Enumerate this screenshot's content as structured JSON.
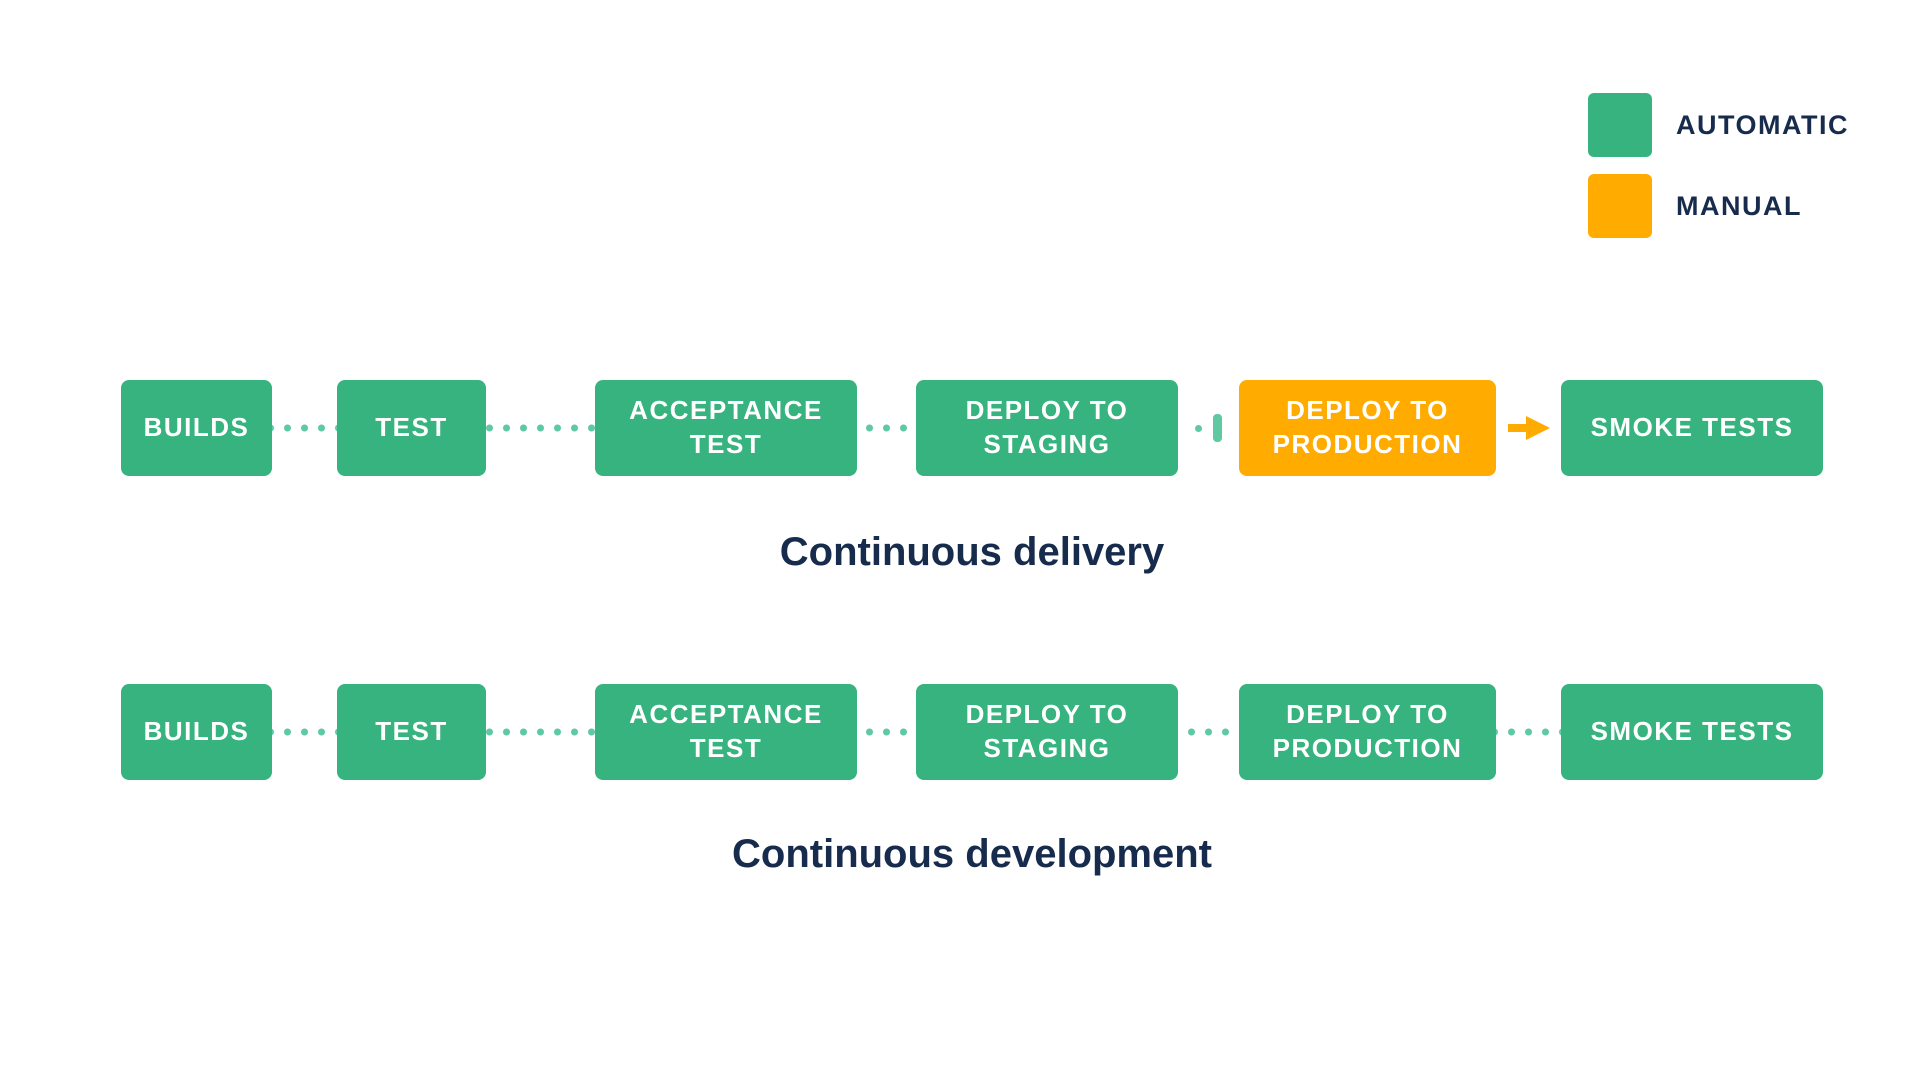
{
  "legend": {
    "items": [
      {
        "label": "AUTOMATIC",
        "color": "#36B37E"
      },
      {
        "label": "MANUAL",
        "color": "#FFAB00"
      }
    ]
  },
  "pipelines": [
    {
      "caption": "Continuous delivery",
      "stages": [
        {
          "label": "BUILDS",
          "type": "automatic"
        },
        {
          "label": "TEST",
          "type": "automatic"
        },
        {
          "label": "ACCEPTANCE TEST",
          "type": "automatic"
        },
        {
          "label": "DEPLOY TO STAGING",
          "type": "automatic"
        },
        {
          "label": "DEPLOY TO PRODUCTION",
          "type": "manual"
        },
        {
          "label": "SMOKE TESTS",
          "type": "automatic"
        }
      ],
      "connectors": [
        "dots",
        "dots",
        "dots",
        "dot-then-manual-gate",
        "arrow"
      ]
    },
    {
      "caption": "Continuous development",
      "stages": [
        {
          "label": "BUILDS",
          "type": "automatic"
        },
        {
          "label": "TEST",
          "type": "automatic"
        },
        {
          "label": "ACCEPTANCE TEST",
          "type": "automatic"
        },
        {
          "label": "DEPLOY TO STAGING",
          "type": "automatic"
        },
        {
          "label": "DEPLOY TO PRODUCTION",
          "type": "automatic"
        },
        {
          "label": "SMOKE TESTS",
          "type": "automatic"
        }
      ],
      "connectors": [
        "dots",
        "dots",
        "dots",
        "dots",
        "dots"
      ]
    }
  ],
  "colors": {
    "automatic": "#36B37E",
    "manual": "#FFAB00",
    "connector_dot": "#5FC9A1",
    "arrow": "#FFAB00",
    "caption_text": "#172B4D",
    "box_text": "#FFFFFF",
    "background": "#FFFFFF"
  }
}
